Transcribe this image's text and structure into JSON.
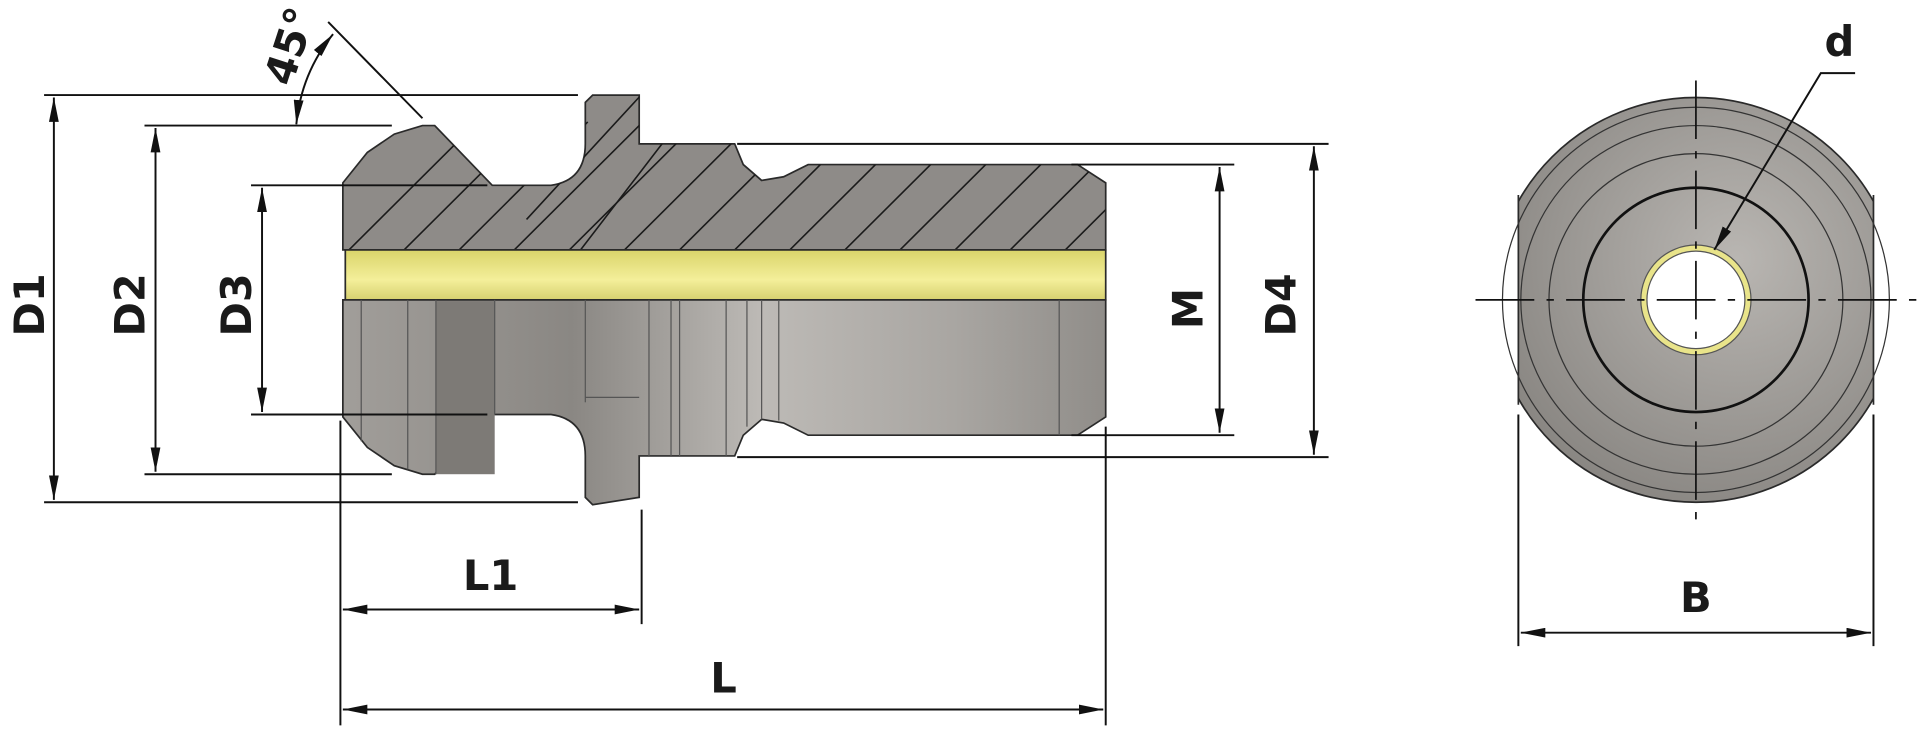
{
  "drawing": {
    "labels": {
      "angle": "45°",
      "d1": "D1",
      "d2": "D2",
      "d3": "D3",
      "m": "M",
      "d4": "D4",
      "l1": "L1",
      "l": "L",
      "d": "d",
      "b": "B"
    },
    "colors": {
      "steel_section": "#8e8b88",
      "steel_light": "#b4b1ad",
      "steel_dark": "#7a7773",
      "bore_yellow": "#e9e48a",
      "line": "#111111"
    }
  }
}
